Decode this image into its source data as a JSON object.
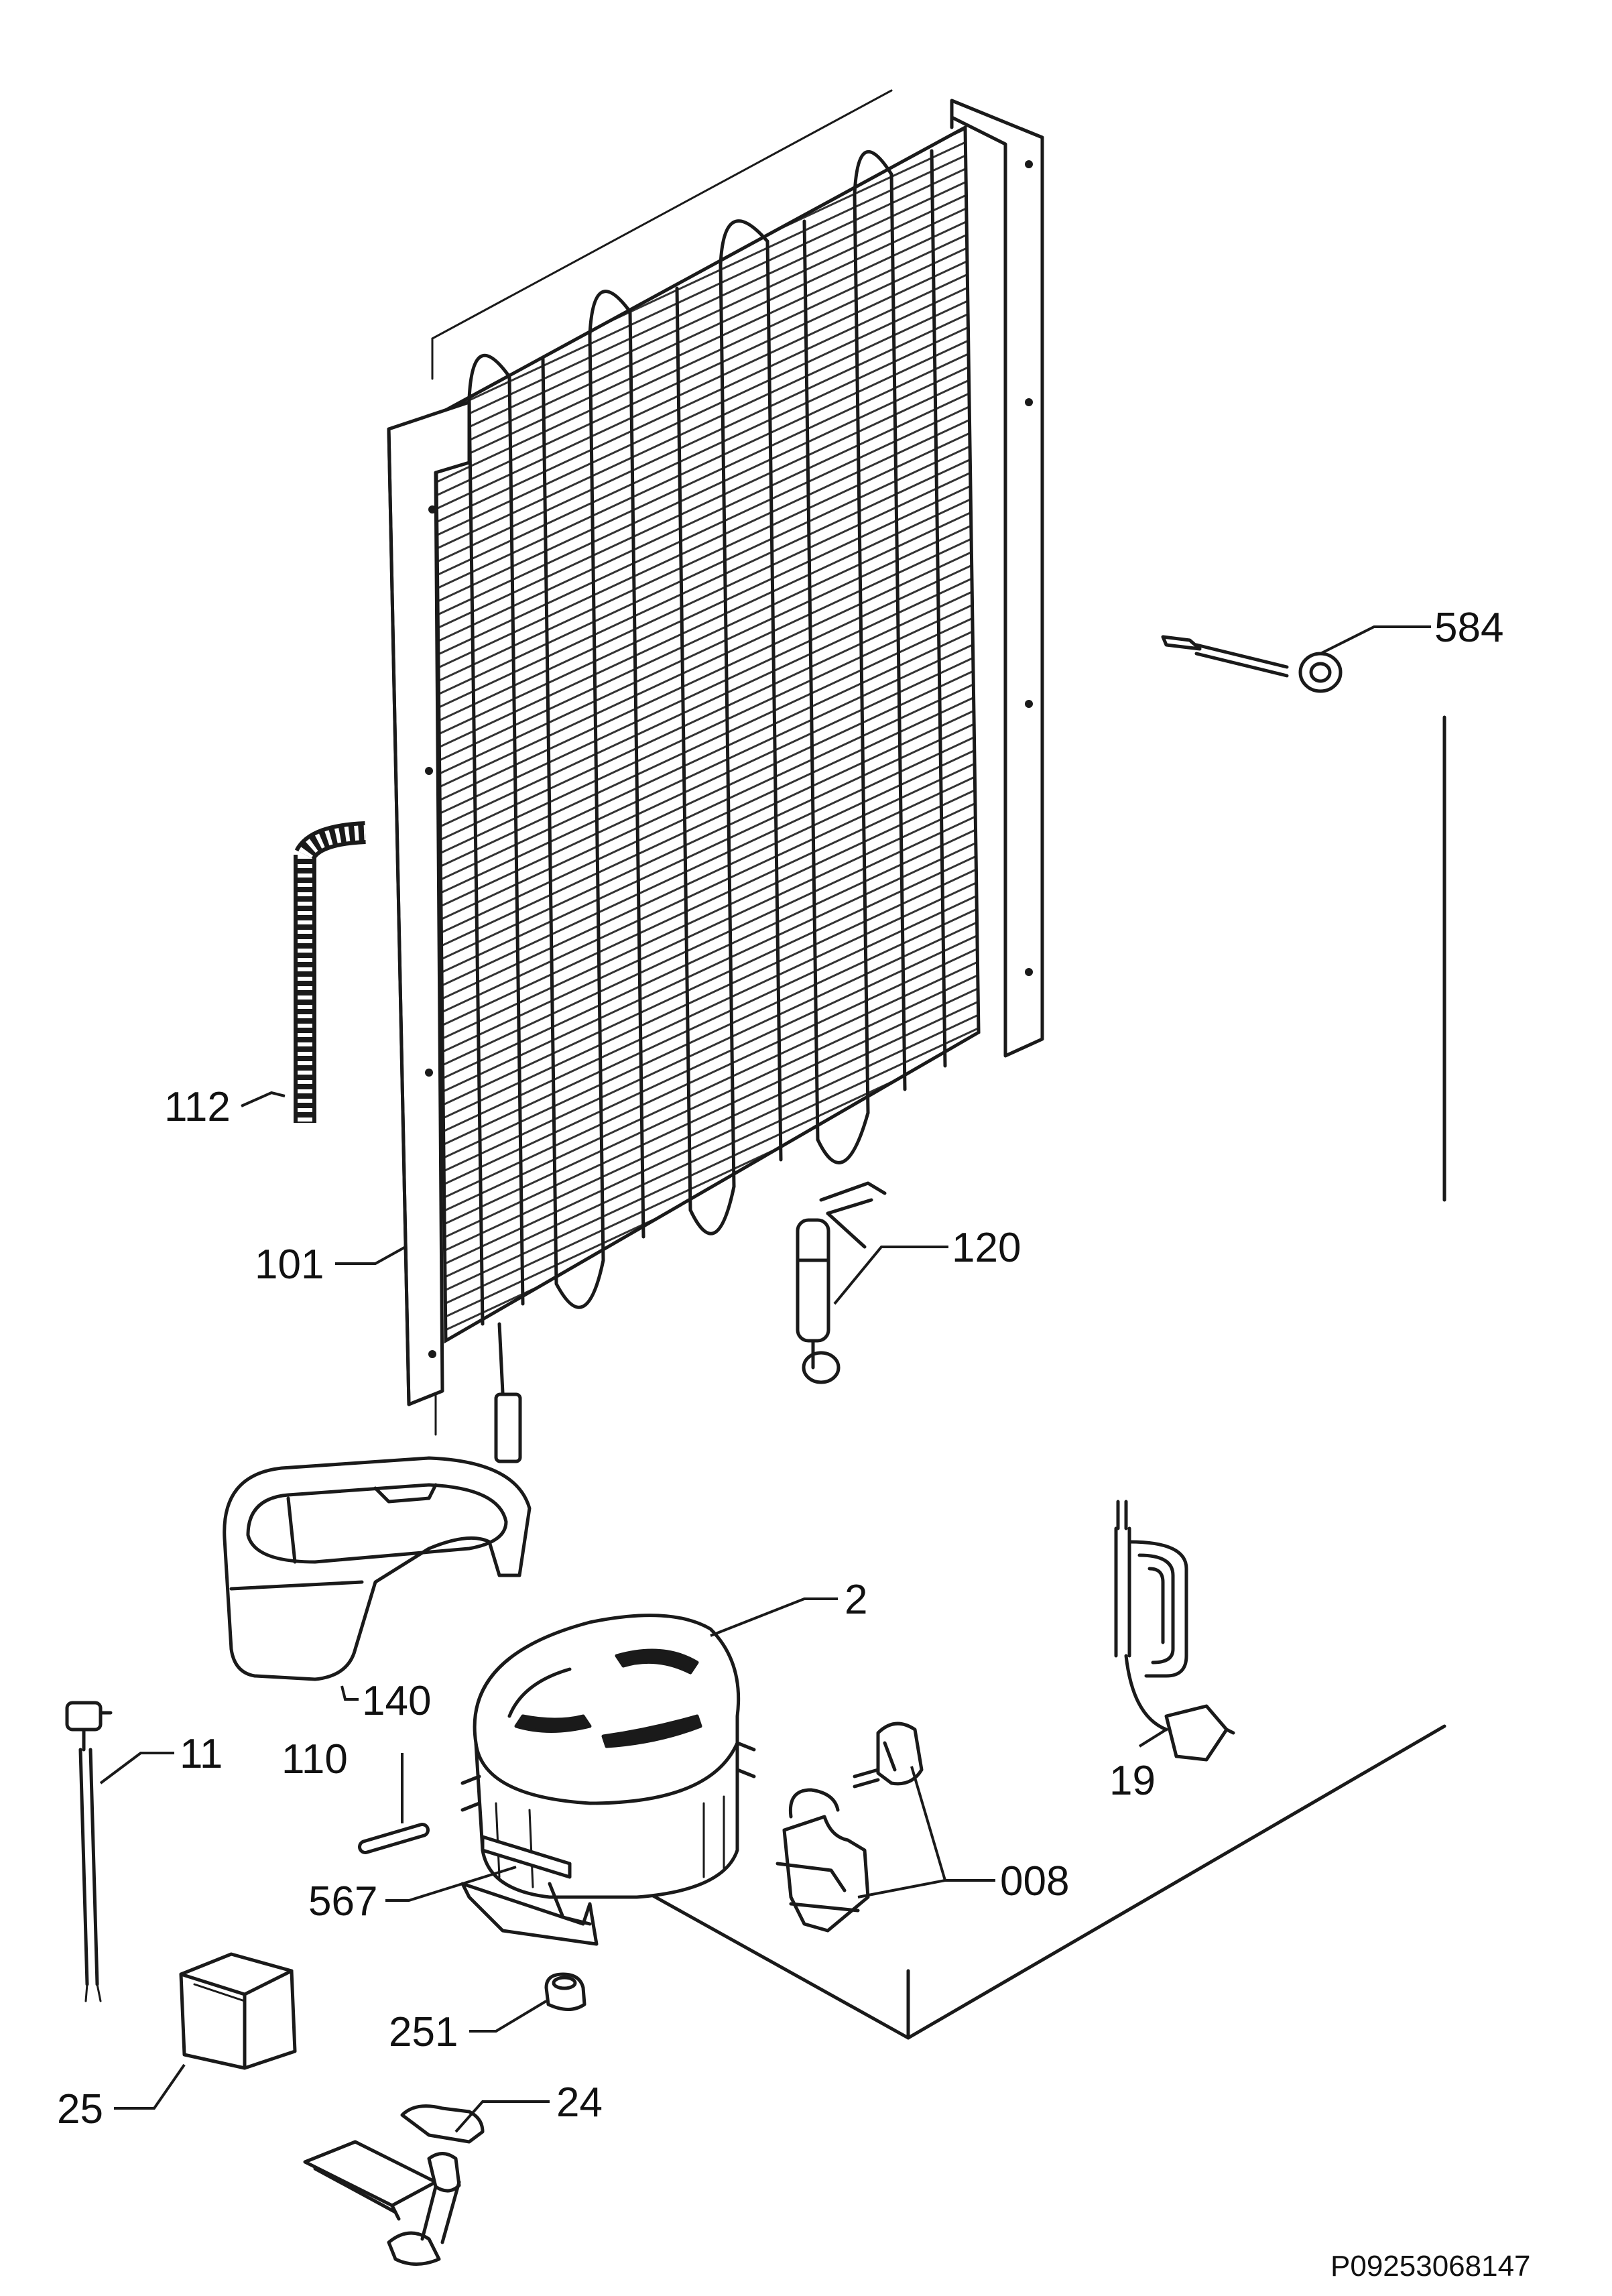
{
  "diagram": {
    "reference_code": "P09253068147",
    "callouts": [
      {
        "id": "584",
        "label": "584",
        "part": "hose-connector"
      },
      {
        "id": "112",
        "label": "112",
        "part": "wire-tube"
      },
      {
        "id": "101",
        "label": "101",
        "part": "condenser"
      },
      {
        "id": "120",
        "label": "120",
        "part": "dryer-filter"
      },
      {
        "id": "140",
        "label": "140",
        "part": "drip-tray"
      },
      {
        "id": "2",
        "label": "2",
        "part": "compressor"
      },
      {
        "id": "11",
        "label": "11",
        "part": "thermostat-cable"
      },
      {
        "id": "110",
        "label": "110",
        "part": "pin"
      },
      {
        "id": "567",
        "label": "567",
        "part": "mounting-plate"
      },
      {
        "id": "008",
        "label": "008",
        "part": "relay-kit"
      },
      {
        "id": "19",
        "label": "19",
        "part": "power-cord"
      },
      {
        "id": "251",
        "label": "251",
        "part": "grommet"
      },
      {
        "id": "25",
        "label": "25",
        "part": "relay-box"
      },
      {
        "id": "24",
        "label": "24",
        "part": "clamp-bracket"
      }
    ]
  }
}
